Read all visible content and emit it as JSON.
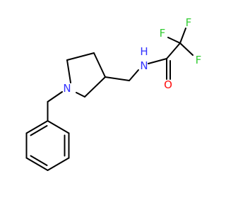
{
  "molecule": {
    "atom_labels": {
      "n_ring": "N",
      "n_amide": "N",
      "h_amide": "H",
      "o_carbonyl": "O",
      "f1": "F",
      "f2": "F",
      "f3": "F"
    },
    "colors": {
      "bond": "#000000",
      "nitrogen": "#3333ff",
      "oxygen": "#ff0d0d",
      "fluorine": "#33cc33",
      "background": "#ffffff"
    }
  }
}
